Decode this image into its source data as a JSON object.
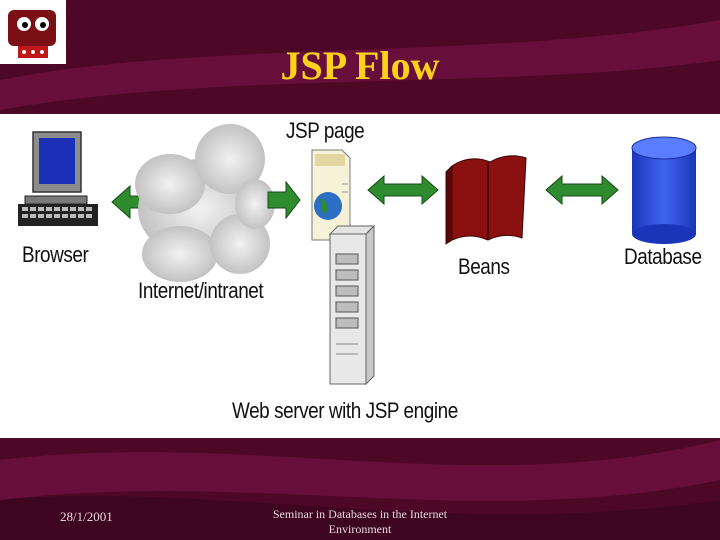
{
  "slide": {
    "title": "JSP Flow",
    "footer_date": "28/1/2001",
    "footer_text": "Seminar in Databases in the Internet Environment"
  },
  "diagram": {
    "labels": {
      "browser": "Browser",
      "internet": "Internet/intranet",
      "jsp_page": "JSP page",
      "beans": "Beans",
      "database": "Database",
      "web_server": "Web server with JSP engine"
    }
  },
  "colors": {
    "background": "#5a0a2e",
    "title": "#ffd21a",
    "arrow": "#2e8b2e",
    "beans": "#8b1010",
    "database": "#2b4fe0"
  },
  "icons": [
    "computer-icon",
    "cloud-icon",
    "document-icon",
    "server-icon",
    "book-icon",
    "database-icon"
  ]
}
